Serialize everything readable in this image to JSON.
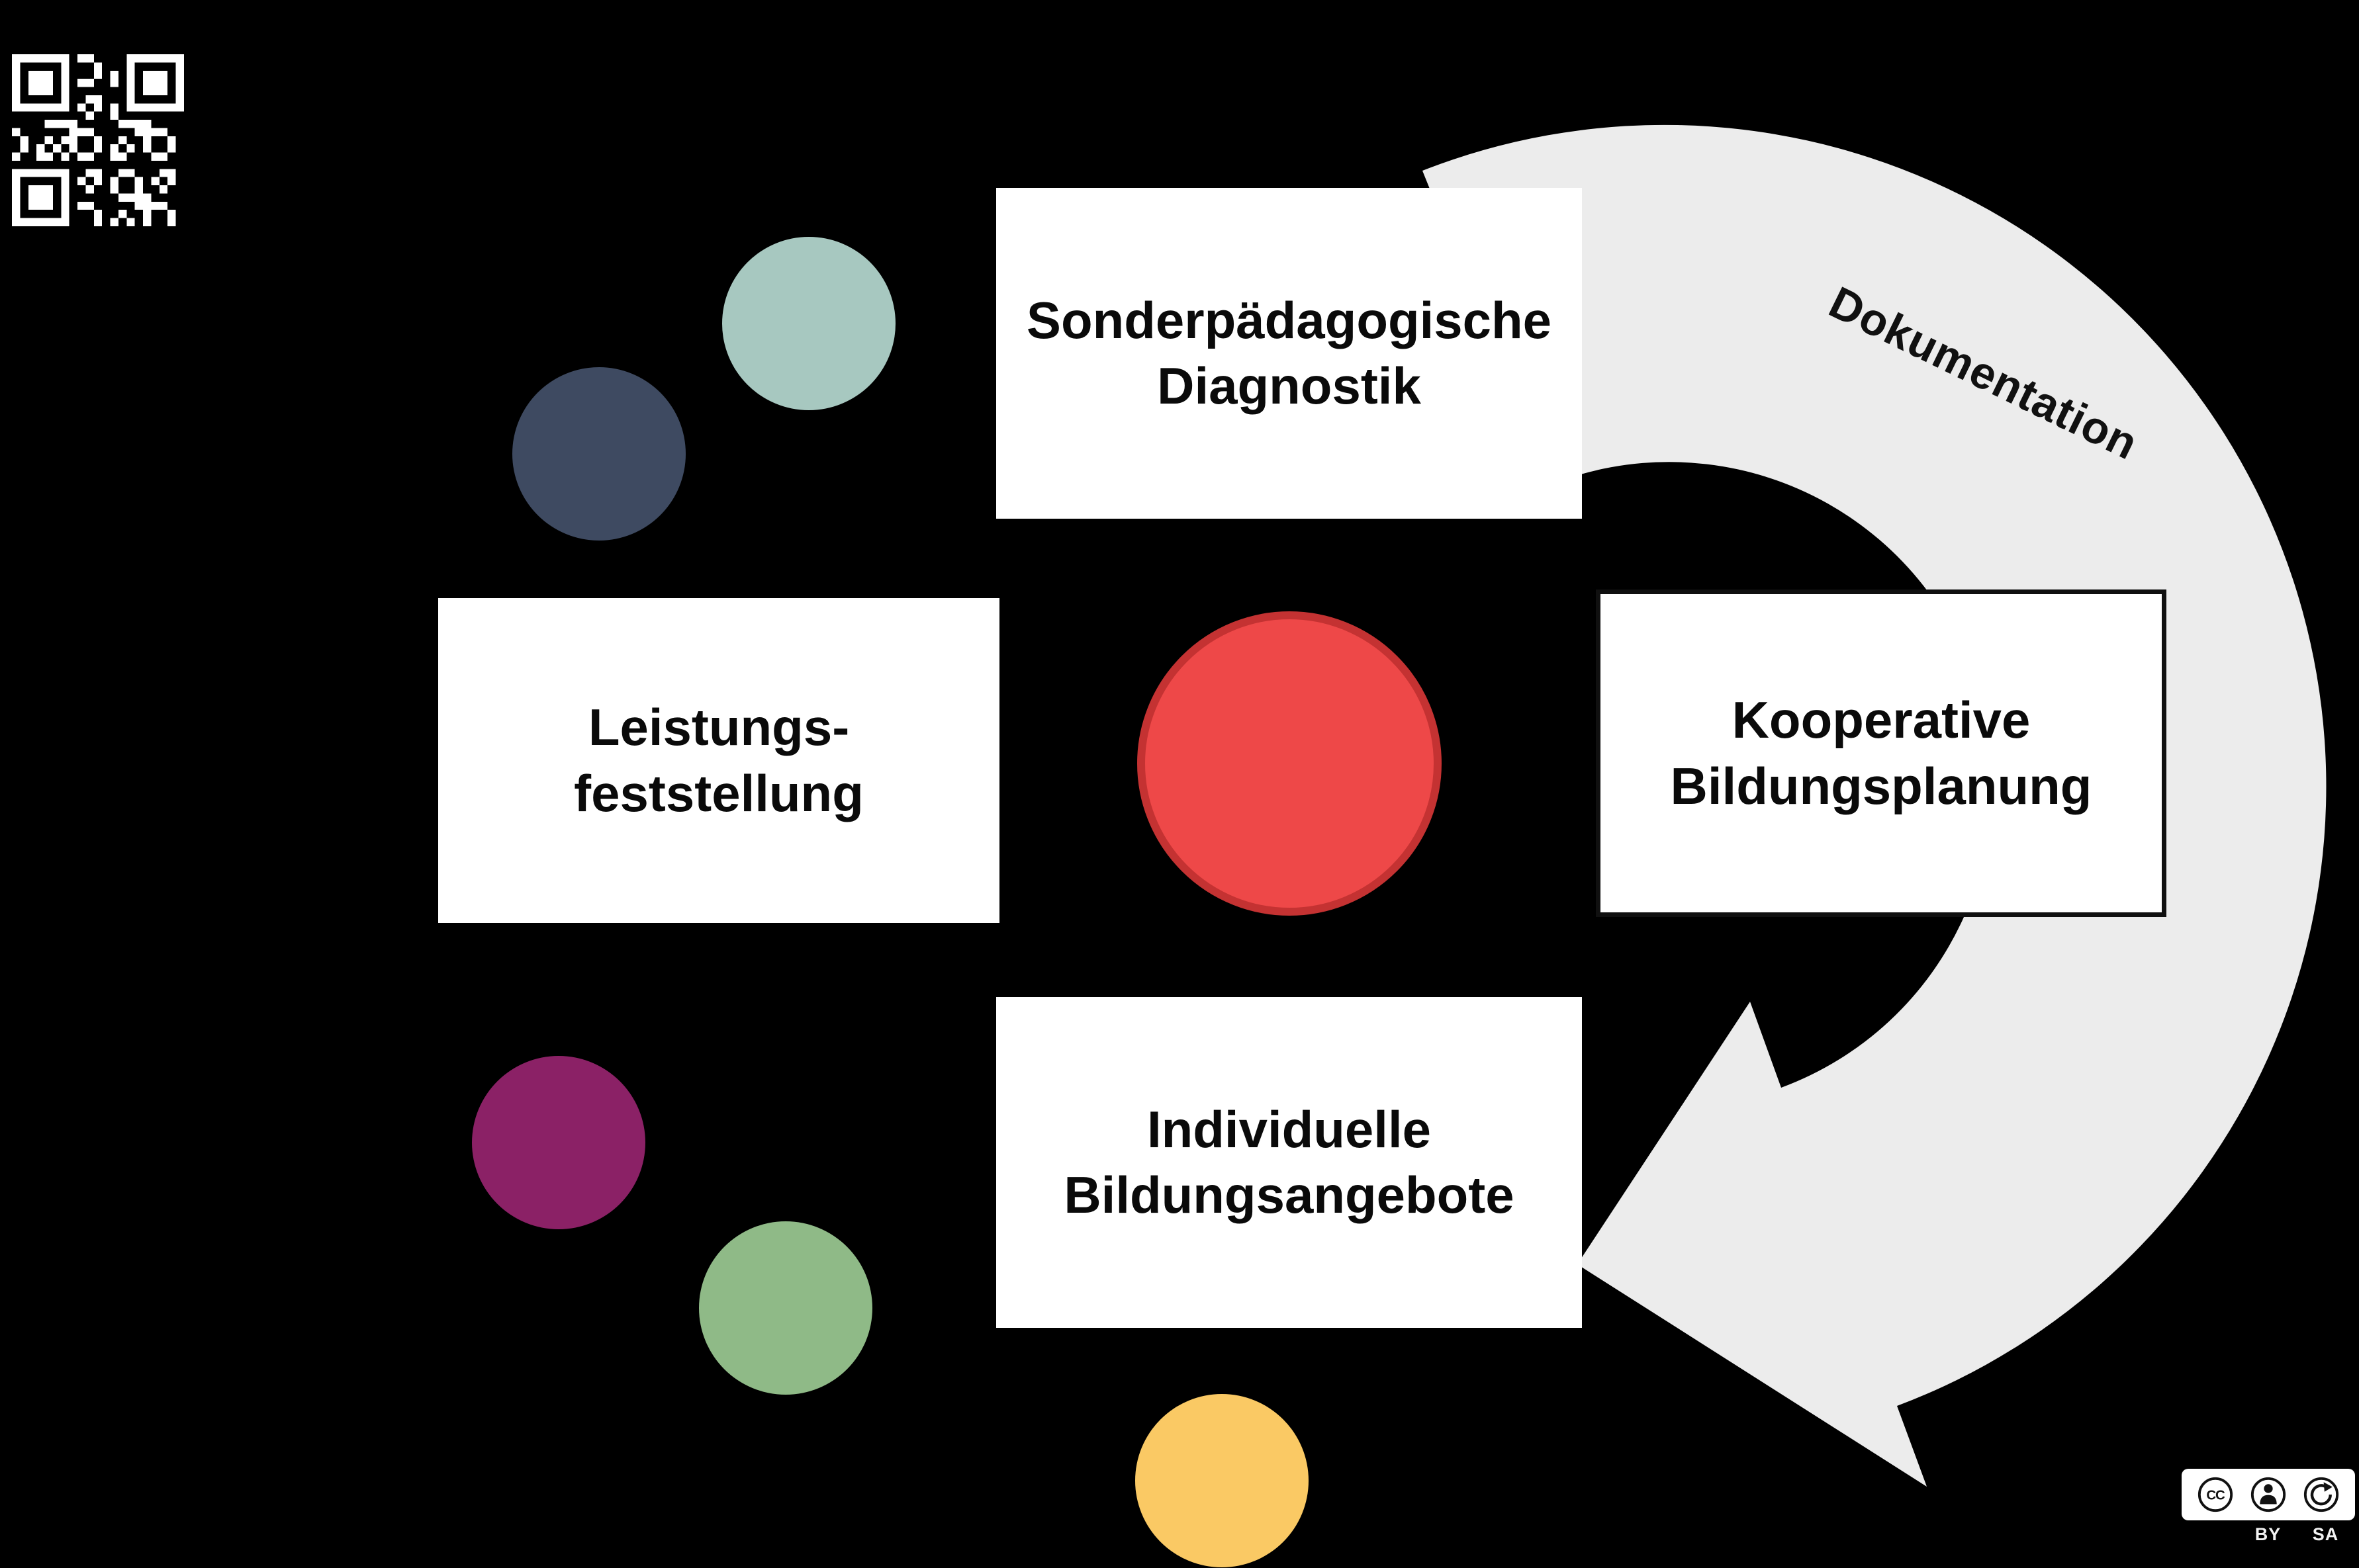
{
  "diagram": {
    "background_color": "#000000",
    "arrow": {
      "label": "Dokumentation",
      "color": "#ececec",
      "label_color": "#111111"
    },
    "boxes": {
      "diagnostik": {
        "line1": "Sonderpädagogische",
        "line2": "Diagnostik"
      },
      "leistungsfeststellung": {
        "line1": "Leistungs-",
        "line2": "feststellung"
      },
      "bildungsplanung": {
        "line1": "Kooperative",
        "line2": "Bildungsplanung"
      },
      "bildungsangebote": {
        "line1": "Individuelle",
        "line2": "Bildungsangebote"
      }
    },
    "circles": {
      "teal": "#a7c8c0",
      "slate": "#3e4a61",
      "red_fill": "#ee4848",
      "red_border": "#c43232",
      "purple": "#8b2166",
      "green": "#8fba87",
      "yellow": "#fac964"
    }
  },
  "license": {
    "cc": "CC",
    "by": "BY",
    "sa": "SA"
  }
}
